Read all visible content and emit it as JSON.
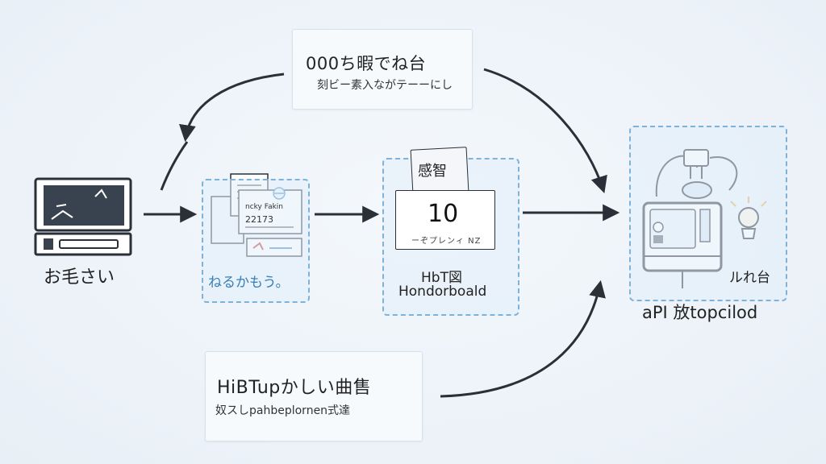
{
  "nodes": {
    "device": {
      "label": "お毛さい"
    },
    "documents": {
      "label": "ねるかもう。",
      "doc_line1": "ncky Fakin",
      "doc_line2": "22173"
    },
    "dashboard": {
      "card_title": "感智",
      "card_value": "10",
      "card_caption": "ーぞプレンィ NZ",
      "label_line1": "HbT図",
      "label_line2": "Hondorboald"
    },
    "api": {
      "side_label": "ルれ台",
      "label": "aPI 放topcilod"
    }
  },
  "notes": {
    "top": {
      "line1": "000ち暇でね台",
      "line2": "刻ビー素入ながテーーにし"
    },
    "bottom": {
      "line1": "HiBTupかしい曲售",
      "line2": "奴スしpahbeplornen式達"
    }
  },
  "colors": {
    "accent": "#7fb2d9",
    "ink": "#2a2f38",
    "background": "#eef3f8"
  }
}
